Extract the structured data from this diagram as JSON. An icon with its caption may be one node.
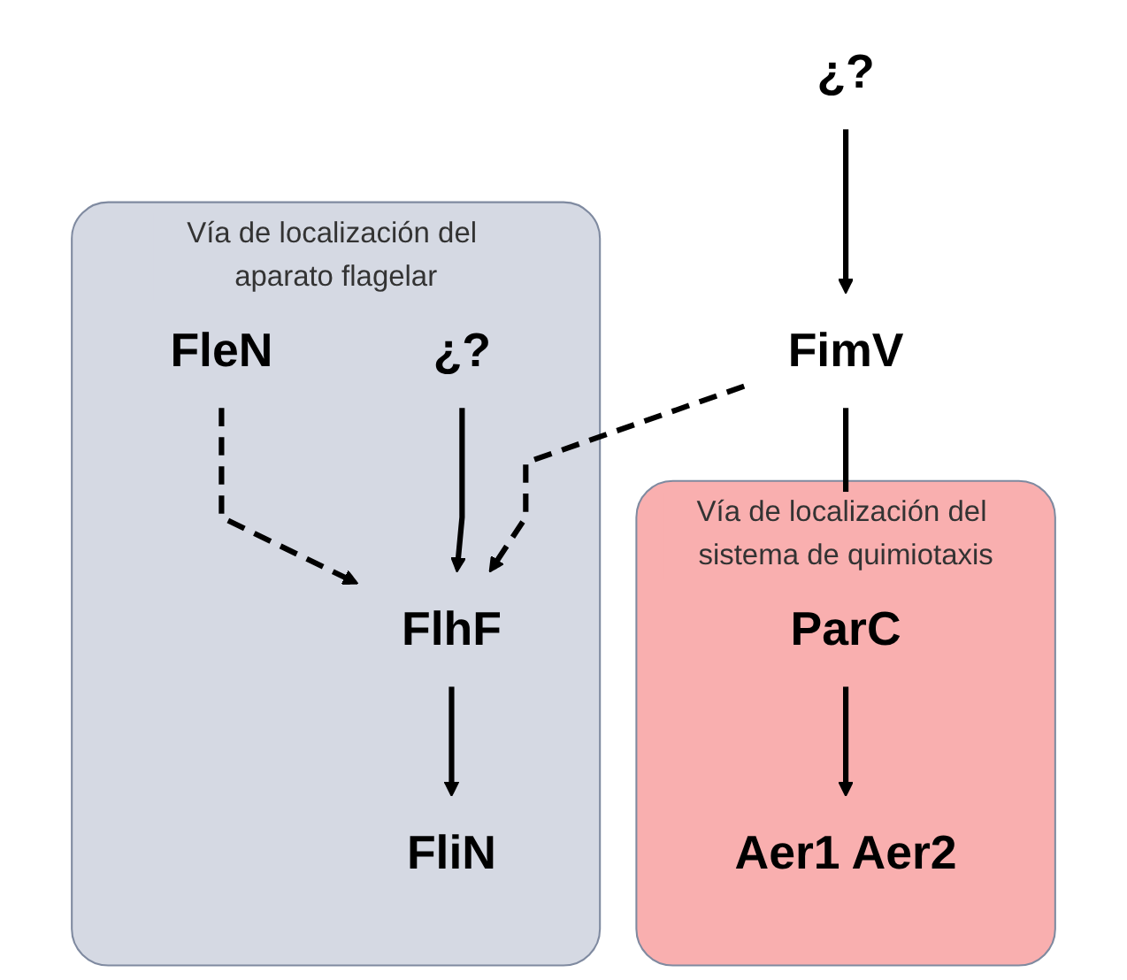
{
  "diagram": {
    "nodes": [
      {
        "text": [
          "¿?"
        ]
      },
      {
        "text": [
          "FimV"
        ]
      },
      {
        "text": [
          "Vía de localización del sistema de quimiotaxis"
        ]
      },
      {
        "text": [
          "ParC"
        ],
        "in": 2
      },
      {
        "text": [
          "Aer1 Aer2"
        ],
        "in": 2
      },
      {
        "text": [
          "Vía de localización del aparato flagelar"
        ]
      },
      {
        "text": [
          "FleN"
        ],
        "in": 5
      },
      {
        "text": [
          "FlhF"
        ],
        "in": 5
      },
      {
        "text": [
          "¿?"
        ],
        "in": 5
      },
      {
        "text": [
          "FliN"
        ],
        "in": 5
      }
    ],
    "edges": [
      {
        "from": 0,
        "to": 1,
        "arrow": "to"
      },
      {
        "from": 1,
        "to": 3,
        "arrow": "to"
      },
      {
        "from": 1,
        "to": 7,
        "arrow": "to",
        "style": "dashed"
      },
      {
        "from": 6,
        "to": 7,
        "arrow": "to",
        "style": "dashed"
      },
      {
        "from": 8,
        "to": 7,
        "arrow": "to"
      },
      {
        "from": 3,
        "to": 4,
        "arrow": "to"
      },
      {
        "from": 7,
        "to": 9,
        "arrow": "to"
      }
    ]
  }
}
